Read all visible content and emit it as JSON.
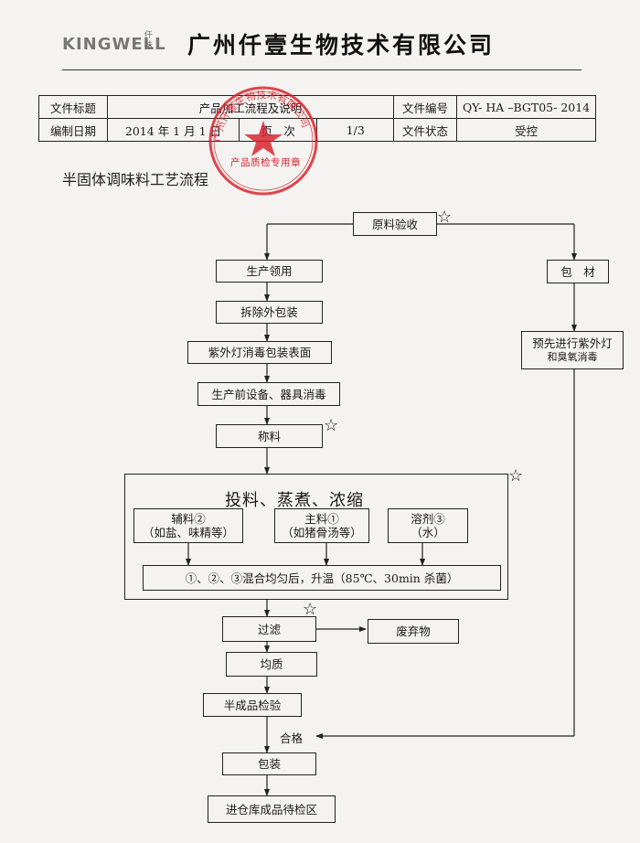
{
  "header": {
    "logo_text": "KINGWELL",
    "logo_sub": "仟味",
    "company_name": "广州仟壹生物技术有限公司"
  },
  "info_table": {
    "row1": {
      "label1": "文件标题",
      "value1": "产品加工流程及说明",
      "label2": "文件编号",
      "value2": "QY- HA –BGT05- 2014"
    },
    "row2": {
      "label1": "编制日期",
      "value1": "2014 年 1 月 1 日",
      "label_page": "页　次",
      "page_value": "1/3",
      "label2": "文件状态",
      "value2": "受控"
    }
  },
  "stamp": {
    "arc_text": "广州仟壹生物技术有限公司",
    "bottom_text": "产品质检专用章",
    "color": "#d8202a"
  },
  "section_title": "半固体调味料工艺流程",
  "flow": {
    "raw_receive": "原料验收",
    "production_pick": "生产领用",
    "remove_pack": "拆除外包装",
    "uv_disinfect": "紫外灯消毒包装表面",
    "equip_disinfect": "生产前设备、器具消毒",
    "weigh": "称料",
    "feed_title": "投料、蒸煮、浓缩",
    "aux_line1": "辅料②",
    "aux_line2": "（如盐、味精等）",
    "main_line1": "主料①",
    "main_line2": "（如猪骨汤等）",
    "solvent_line1": "溶剂③",
    "solvent_line2": "（水）",
    "mix": "①、②、③混合均匀后，升温（85℃、30min 杀菌）",
    "filter": "过滤",
    "waste": "废弃物",
    "homogenize": "均质",
    "semi_inspect": "半成品检验",
    "qualified": "合格",
    "packing": "包装",
    "warehouse": "进仓库成品待检区",
    "package_material": "包　材",
    "pre_uv_line1": "预先进行紫外灯",
    "pre_uv_line2": "和臭氧消毒"
  }
}
